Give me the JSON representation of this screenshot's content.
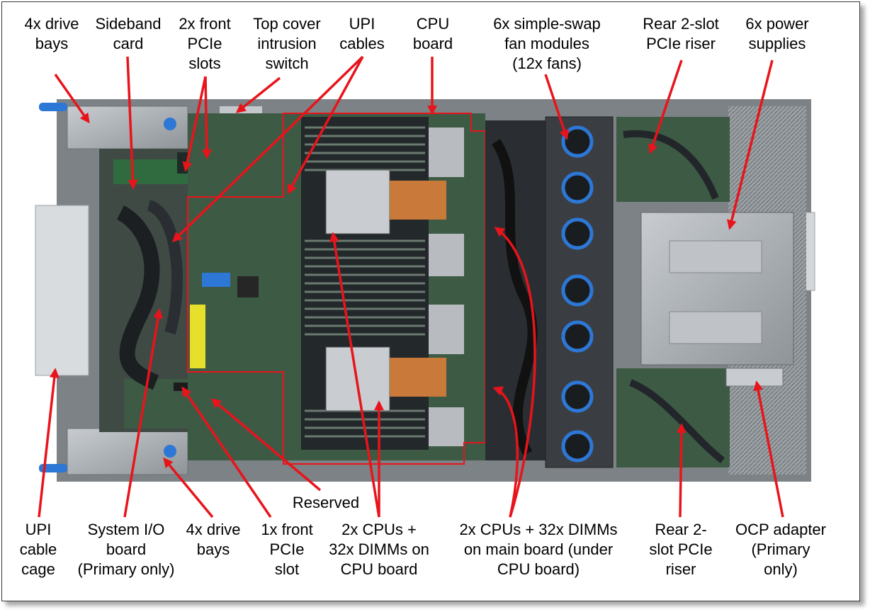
{
  "labels": {
    "drive_bays_top": [
      "4x drive",
      "bays"
    ],
    "sideband_card": [
      "Sideband",
      "card"
    ],
    "front_pcie_slots": [
      "2x front",
      "PCIe",
      "slots"
    ],
    "top_cover_switch": [
      "Top cover",
      "intrusion",
      "switch"
    ],
    "upi_cables": [
      "UPI",
      "cables"
    ],
    "cpu_board": [
      "CPU",
      "board"
    ],
    "fan_modules": [
      "6x simple-swap",
      "fan modules",
      "(12x fans)"
    ],
    "rear_riser_top": [
      "Rear 2-slot",
      "PCIe riser"
    ],
    "power_supplies": [
      "6x power",
      "supplies"
    ],
    "reserved": [
      "Reserved"
    ],
    "upi_cable_cage": [
      "UPI",
      "cable",
      "cage"
    ],
    "system_io_board": [
      "System I/O",
      "board",
      "(Primary only)"
    ],
    "drive_bays_bottom": [
      "4x drive",
      "bays"
    ],
    "front_pcie_slot": [
      "1x front",
      "PCIe",
      "slot"
    ],
    "cpus_cpu_board": [
      "2x CPUs +",
      "32x DIMMs on",
      "CPU board"
    ],
    "cpus_main_board": [
      "2x CPUs + 32x DIMMs",
      "on main board (under",
      "CPU board)"
    ],
    "rear_riser_bottom": [
      "Rear 2-",
      "slot PCIe",
      "riser"
    ],
    "ocp_adapter": [
      "OCP adapter",
      "(Primary",
      "only)"
    ]
  },
  "colors": {
    "arrow": "#e8141b",
    "outline": "#e8141b",
    "chassis": "#8c8f92",
    "board_green": "#3d5a44",
    "heatpipe": "#c9793a",
    "fan_blue": "#2d77d6"
  }
}
